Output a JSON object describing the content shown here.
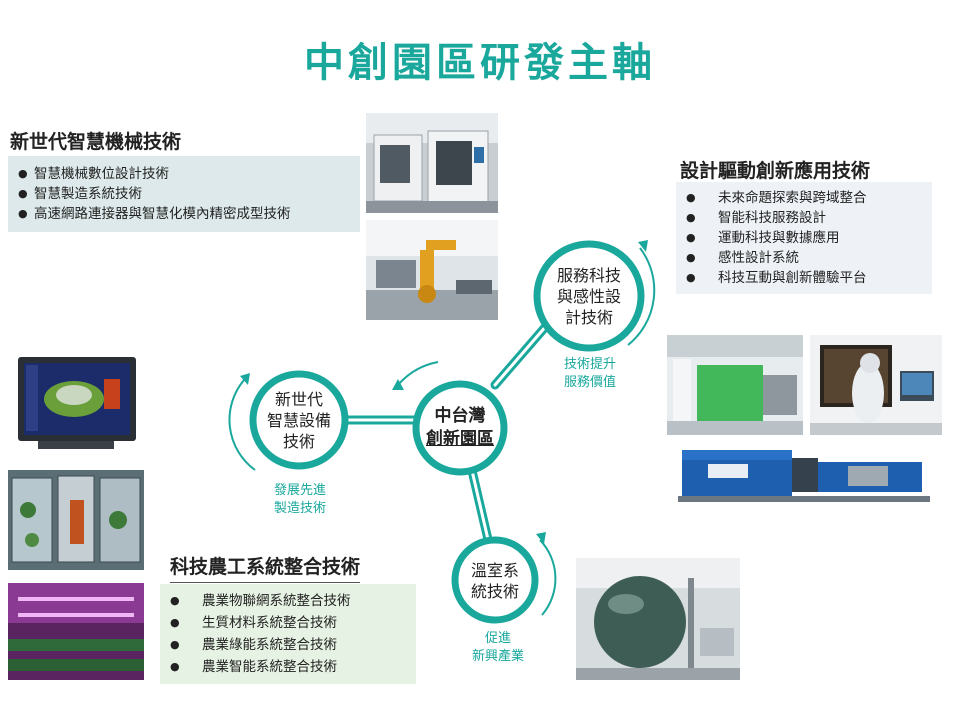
{
  "title": "中創園區研發主軸",
  "colors": {
    "accent": "#1aa89d",
    "link_bar": "#1aa89d"
  },
  "center": {
    "line1": "中台灣",
    "line2": "創新園區"
  },
  "nodes": {
    "equipment": {
      "lines": [
        "新世代",
        "智慧設備",
        "技術"
      ],
      "sub": [
        "發展先進",
        "製造技術"
      ]
    },
    "service": {
      "lines": [
        "服務科技",
        "與感性設",
        "計技術"
      ],
      "sub": [
        "技術提升",
        "服務價值"
      ]
    },
    "greenhouse": {
      "lines": [
        "溫室系",
        "統技術"
      ],
      "sub": [
        "促進",
        "新興產業"
      ]
    }
  },
  "sections": {
    "machinery": {
      "heading": "新世代智慧機械技術",
      "items": [
        "智慧機械數位設計技術",
        "智慧製造系統技術",
        "高速網路連接器與智慧化模內精密成型技術"
      ]
    },
    "design": {
      "heading": "設計驅動創新應用技術",
      "items": [
        "未來命題探索與跨域整合",
        "智能科技服務設計",
        "運動科技與數據應用",
        "感性設計系統",
        "科技互動與創新體驗平台"
      ]
    },
    "agri": {
      "heading": "科技農工系統整合技術",
      "items": [
        "農業物聯網系統整合技術",
        "生質材料系統整合技術",
        "農業綠能系統整合技術",
        "農業智能系統整合技術"
      ]
    }
  },
  "photos": {
    "cnc_machine": "cnc-machine-photo",
    "robot_arm": "robot-arm-photo",
    "cad_monitor": "cad-monitor-photo",
    "plant_cabinet": "plant-cabinet-photo",
    "led_farm": "led-farm-photo",
    "studio_room": "studio-room-photo",
    "cleanroom_worker": "cleanroom-worker-photo",
    "injection_machine": "injection-machine-photo",
    "sphere_chamber": "sphere-chamber-photo"
  }
}
